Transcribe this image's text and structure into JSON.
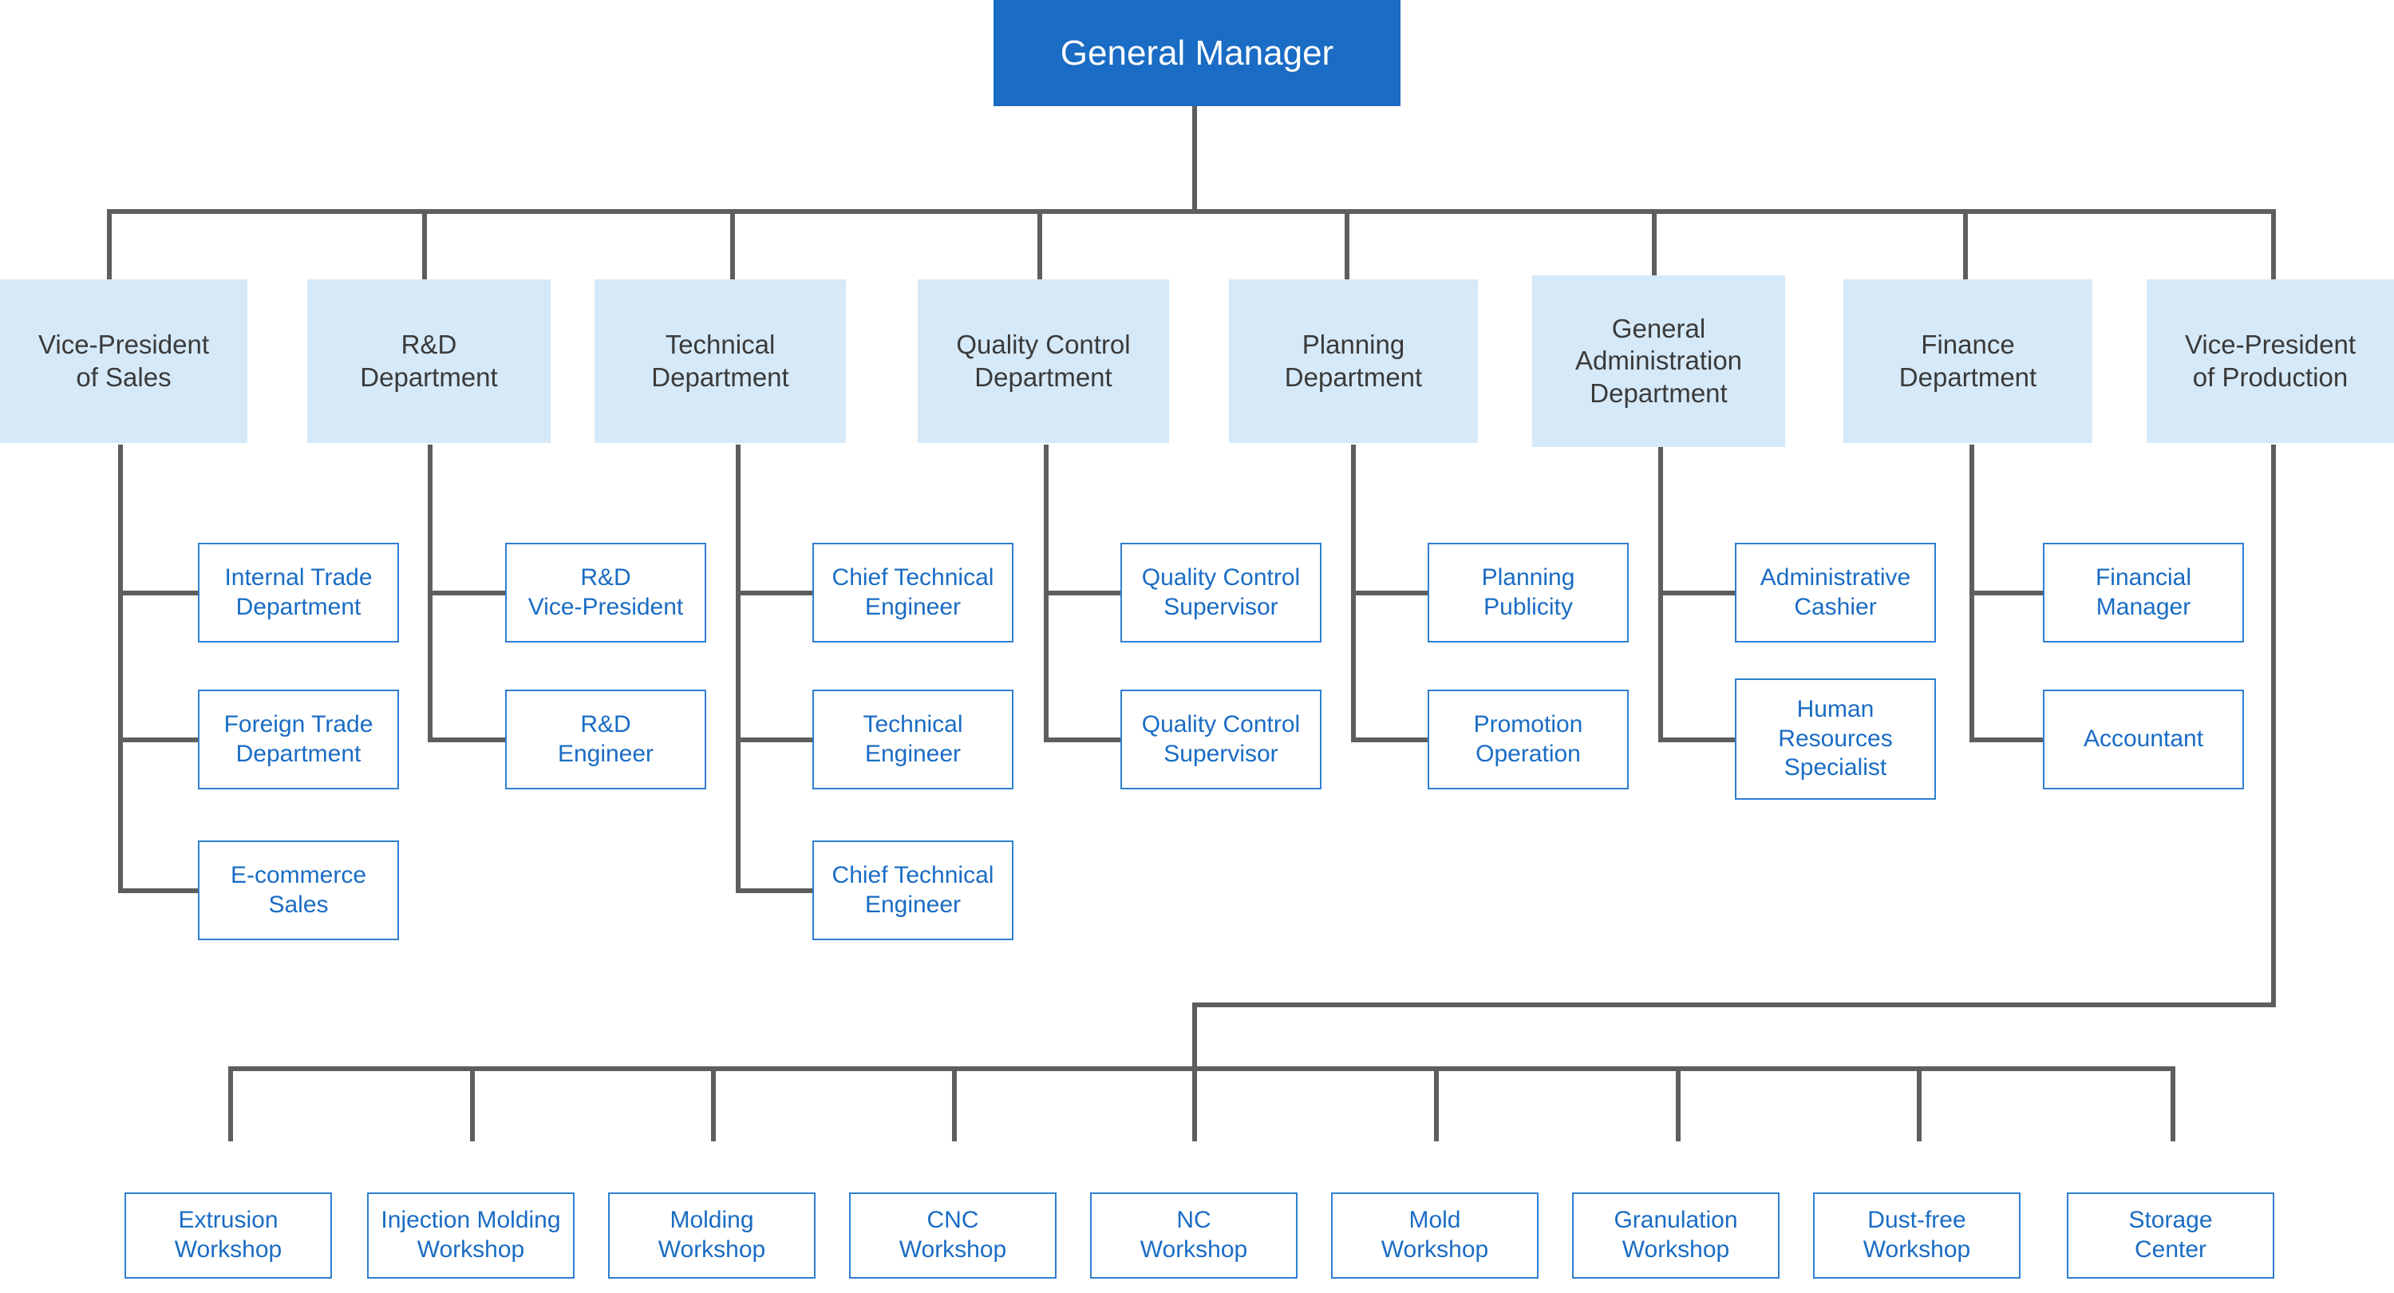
{
  "chart_data": {
    "type": "diagram",
    "title": "Company Organizational Chart",
    "orientation": "top-down",
    "colors": {
      "root_fill": "#1a6cc4",
      "root_text": "#ffffff",
      "dept_fill": "#d6e9f8",
      "dept_text": "#3a3a3a",
      "leaf_fill": "#ffffff",
      "leaf_border": "#2f7fd1",
      "leaf_text": "#1a6cc4",
      "connector": "#5e5e5e",
      "background": "#ffffff"
    },
    "levels": 4
  },
  "root": {
    "label": "General Manager"
  },
  "departments": [
    {
      "id": "vp-sales",
      "label": "Vice-President\nof Sales"
    },
    {
      "id": "rd",
      "label": "R&D\nDepartment"
    },
    {
      "id": "technical",
      "label": "Technical\nDepartment"
    },
    {
      "id": "quality-control",
      "label": "Quality Control\nDepartment"
    },
    {
      "id": "planning",
      "label": "Planning\nDepartment"
    },
    {
      "id": "general-admin",
      "label": "General\nAdministration\nDepartment"
    },
    {
      "id": "finance",
      "label": "Finance\nDepartment"
    },
    {
      "id": "vp-production",
      "label": "Vice-President\nof Production"
    }
  ],
  "subordinates": {
    "vp_sales": [
      {
        "label": "Internal Trade\nDepartment"
      },
      {
        "label": "Foreign Trade\nDepartment"
      },
      {
        "label": "E-commerce\nSales"
      }
    ],
    "rd": [
      {
        "label": "R&D\nVice-President"
      },
      {
        "label": "R&D\nEngineer"
      }
    ],
    "technical": [
      {
        "label": "Chief Technical\nEngineer"
      },
      {
        "label": "Technical\nEngineer"
      },
      {
        "label": "Chief Technical\nEngineer"
      }
    ],
    "quality_control": [
      {
        "label": "Quality Control\nSupervisor"
      },
      {
        "label": "Quality Control\nSupervisor"
      }
    ],
    "planning": [
      {
        "label": "Planning\nPublicity"
      },
      {
        "label": "Promotion\nOperation"
      }
    ],
    "general_admin": [
      {
        "label": "Administrative\nCashier"
      },
      {
        "label": "Human\nResources\nSpecialist"
      }
    ],
    "finance": [
      {
        "label": "Financial\nManager"
      },
      {
        "label": "Accountant"
      }
    ]
  },
  "workshops": [
    {
      "label": "Extrusion\nWorkshop"
    },
    {
      "label": "Injection Molding\nWorkshop"
    },
    {
      "label": "Molding\nWorkshop"
    },
    {
      "label": "CNC\nWorkshop"
    },
    {
      "label": "NC\nWorkshop"
    },
    {
      "label": "Mold\nWorkshop"
    },
    {
      "label": "Granulation\nWorkshop"
    },
    {
      "label": "Dust-free\nWorkshop"
    },
    {
      "label": "Storage\nCenter"
    }
  ]
}
